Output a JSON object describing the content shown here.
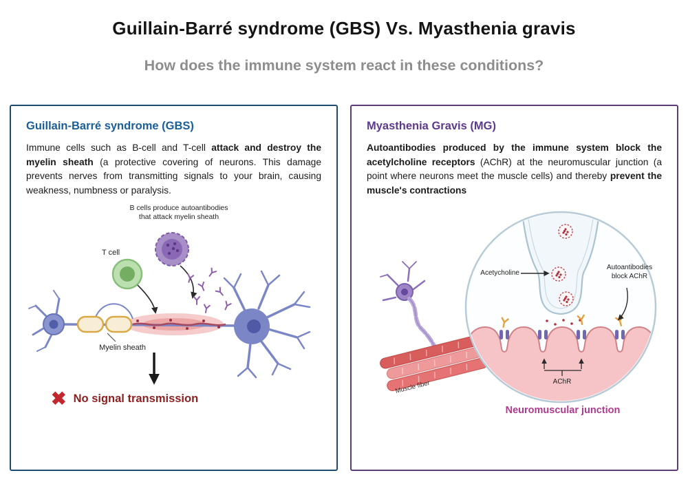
{
  "header": {
    "title": "Guillain-Barré syndrome (GBS) Vs. Myasthenia gravis",
    "subtitle": "How does the immune system react in these conditions?"
  },
  "gbs": {
    "heading": "Guillain-Barré syndrome (GBS)",
    "body": {
      "t1": "Immune cells such as B-cell and T-cell ",
      "b1": "attack and destroy the myelin sheath",
      "t2": " (a protective covering of neurons. This damage prevents nerves from transmitting signals to your brain, causing weakness, numbness or paralysis."
    },
    "labels": {
      "b_cell_line1": "B cells produce autoantibodies",
      "b_cell_line2": "that attack myelin sheath",
      "t_cell": "T cell",
      "myelin_sheath": "Myelin sheath",
      "x_mark": "✖",
      "no_signal": "No signal transmission"
    }
  },
  "mg": {
    "heading": "Myasthenia Gravis (MG)",
    "body": {
      "b1": "Autoantibodies produced by the immune system block the acetylcholine receptors",
      "t1": " (AChR) at the neuromuscular junction (a point where neurons meet the muscle cells) and thereby ",
      "b2": "prevent the muscle's contractions"
    },
    "labels": {
      "acetylcholine": "Acetycholine",
      "autoantibodies_line1": "Autoantibodies",
      "autoantibodies_line2": "block AChR",
      "achr": "AChR",
      "muscle_fiber": "Muscle fiber",
      "caption": "Neuromuscular junction"
    }
  },
  "colors": {
    "gbs_border": "#1c4b70",
    "gbs_heading": "#1a5e9a",
    "mg_border": "#5b3a78",
    "mg_heading": "#5d3a8e",
    "x_mark": "#c1272d",
    "no_signal_text": "#8e1f1f",
    "caption": "#ad3a8d",
    "subtitle": "#8d8d8d"
  }
}
